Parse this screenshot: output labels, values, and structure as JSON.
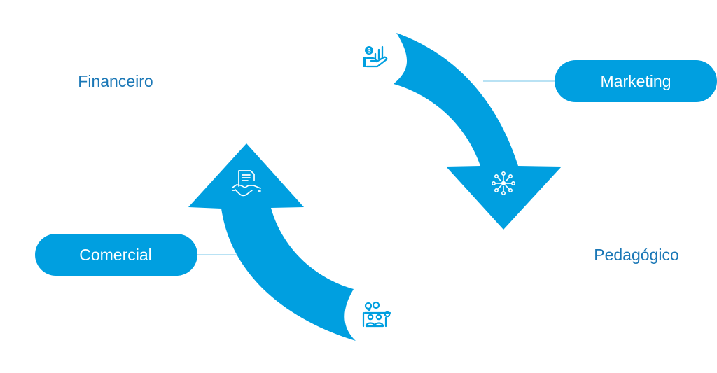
{
  "diagram": {
    "labels": {
      "financeiro": "Financeiro",
      "marketing": "Marketing",
      "pedagogico": "Pedagógico",
      "comercial": "Comercial"
    },
    "icons": {
      "top": "hand-money-chart-icon",
      "down_arrow": "network-hub-icon",
      "up_arrow": "handshake-document-icon",
      "bottom": "team-meeting-icon"
    },
    "colors": {
      "accent": "#009FE0",
      "label_text": "#1A77B6",
      "pill_text": "#ffffff",
      "connector": "#8FD0EE"
    }
  }
}
